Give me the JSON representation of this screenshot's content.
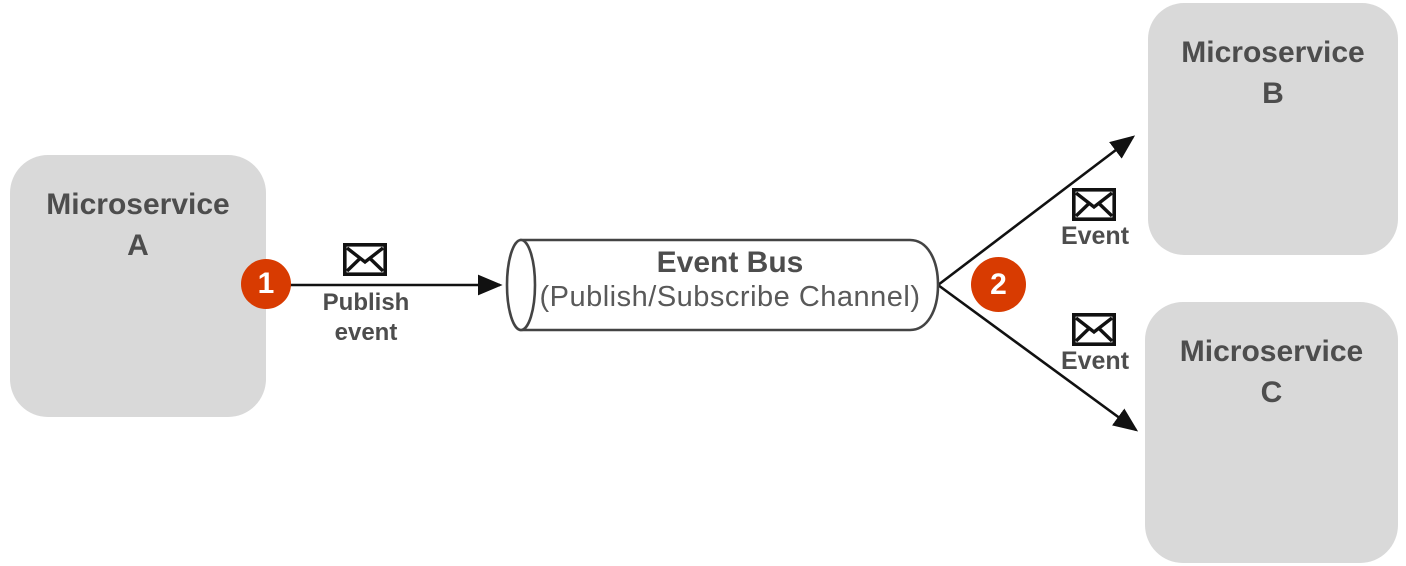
{
  "nodes": {
    "microservice_a": {
      "label": "Microservice\nA"
    },
    "microservice_b": {
      "label": "Microservice\nB"
    },
    "microservice_c": {
      "label": "Microservice\nC"
    },
    "event_bus": {
      "title": "Event Bus",
      "subtitle": "(Publish/Subscribe Channel)"
    }
  },
  "badges": {
    "step1": "1",
    "step2": "2"
  },
  "edge_labels": {
    "publish_event": "Publish\nevent",
    "event_to_b": "Event",
    "event_to_c": "Event"
  },
  "icons": {
    "envelope": "envelope-icon",
    "envelope_glyph": "✉"
  },
  "colors": {
    "canvas_bg": "#ffffff",
    "node_fill": "#d9d9d9",
    "node_text": "#4d4d4d",
    "subtitle_text": "#595959",
    "badge_fill": "#d83b01",
    "badge_text": "#ffffff",
    "arrow": "#111111",
    "cylinder_stroke": "#444444"
  }
}
